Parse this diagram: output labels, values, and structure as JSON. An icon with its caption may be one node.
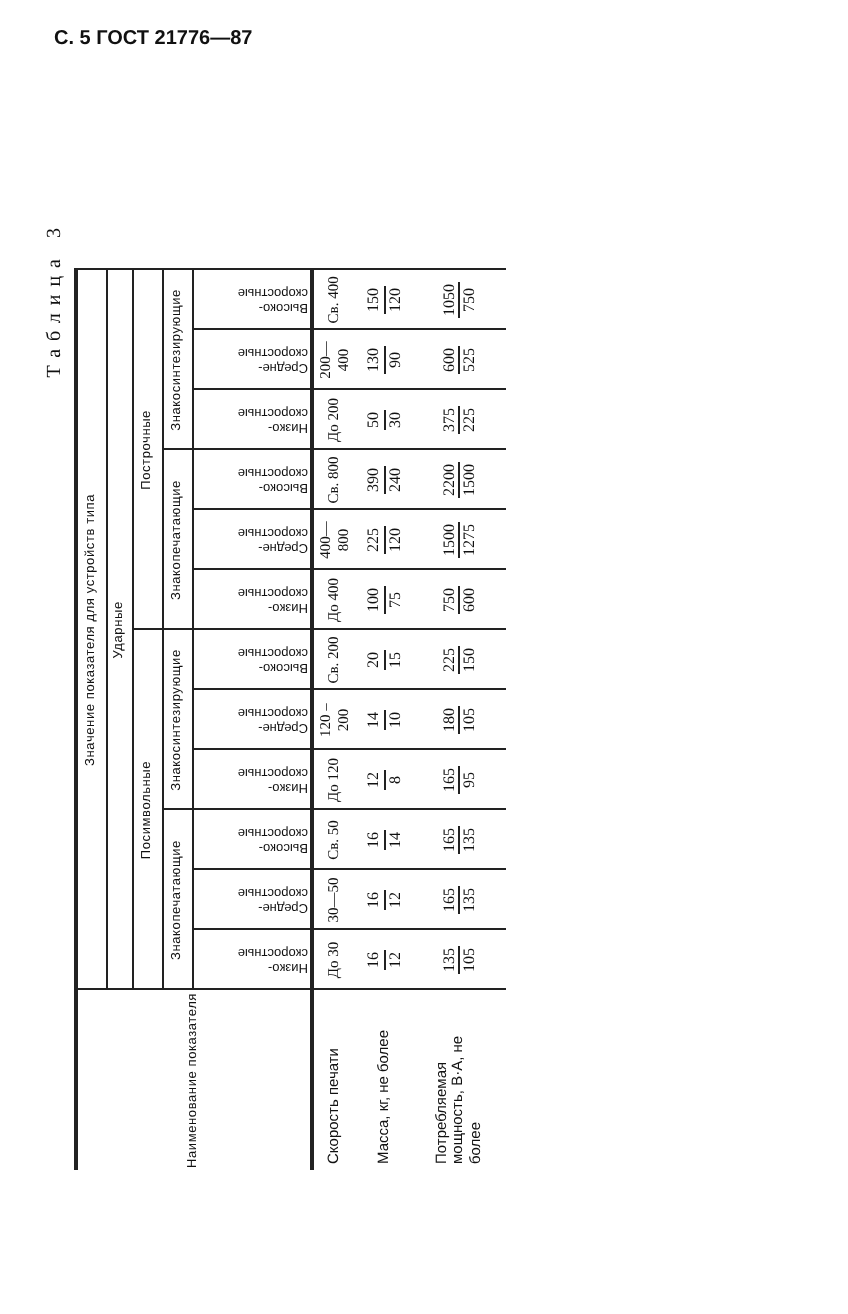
{
  "diagram": {
    "labels": [
      "С. 5 ГОСТ 21776—87",
      "Таблица 3",
      "Наименование показателя",
      "Значение показателя для устройств типа",
      "Ударные",
      "Посимвольные",
      "Построчные",
      "Знакопечатающие",
      "Знакосинтезирующие",
      "Знакопечатающие",
      "Знакосинтезирующие",
      "Низко- скоростные",
      "Средне- скоростные",
      "Высоко- скоростные",
      "Низко- скоростные",
      "Средне- скоростные",
      "Высоко- скоростные",
      "Низко- скоростные",
      "Средне- скоростные",
      "Высоко- скоростные",
      "Низко- скоростные",
      "Средне- скоростные",
      "Высоко- скоростные",
      "Скорость печати",
      "До 30",
      "30—50",
      "Св. 50",
      "До 120",
      "120 – 200",
      "Св. 200",
      "До 400",
      "400—800",
      "Св. 800",
      "До 200",
      "200—400",
      "Св. 400",
      "Масса, кг, не более",
      "16",
      "12",
      "16",
      "12",
      "16",
      "14",
      "12",
      "8",
      "14",
      "10",
      "20",
      "15",
      "100",
      "75",
      "225",
      "120",
      "390",
      "240",
      "50",
      "30",
      "130",
      "90",
      "150",
      "120",
      "Потребляемая мощность, В·А, не более",
      "135",
      "105",
      "165",
      "135",
      "165",
      "135",
      "165",
      "95",
      "180",
      "105",
      "225",
      "150",
      "750",
      "600",
      "1500",
      "1275",
      "2200",
      "1500",
      "375",
      "225",
      "600",
      "525",
      "1050",
      "750"
    ]
  }
}
